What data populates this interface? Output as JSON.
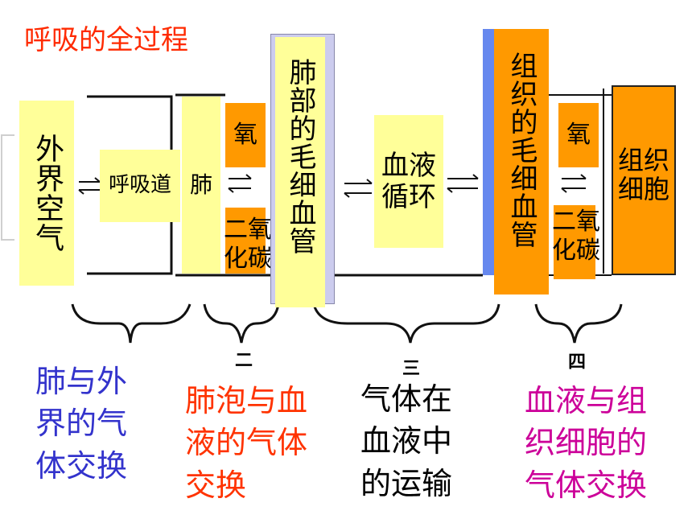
{
  "title": "呼吸的全过程",
  "boxes": {
    "outside_air": "外界空气",
    "airway": "呼吸道",
    "lung": "肺",
    "oxygen_1": "氧",
    "co2_1_line1": "二氧",
    "co2_1_line2": "化碳",
    "lung_capillary": "肺部的毛细血管",
    "blood_line1": "血液",
    "blood_line2": "循环",
    "tissue_capillary": "组织的毛细血管",
    "oxygen_2": "氧",
    "co2_2_line1": "二氧",
    "co2_2_line2": "化碳",
    "cell_line1": "组织",
    "cell_line2": "细胞"
  },
  "stages": {
    "s2_num": "二",
    "s3_num": "三",
    "s4_num": "四"
  },
  "captions": {
    "c1": [
      "肺与外",
      "界的气",
      "体交换"
    ],
    "c2": [
      "肺泡与血",
      "液的气体",
      "交换"
    ],
    "c3": [
      "气体在",
      "血液中",
      "的运输"
    ],
    "c4": [
      "血液与组",
      "织细胞的",
      "气体交换"
    ]
  },
  "colors": {
    "title": "#ff2a00",
    "c1": "#3333cc",
    "c2": "#ff3300",
    "c3": "#000000",
    "c4": "#cc0099",
    "yellow": "#ffff99",
    "orange": "#ff9900",
    "blue_edge": "#6688ee"
  }
}
